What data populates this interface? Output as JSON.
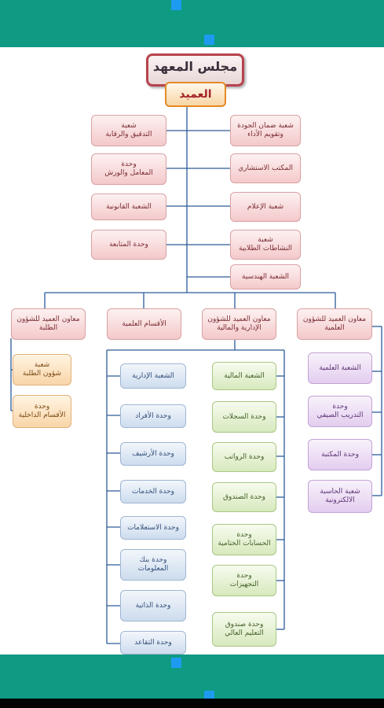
{
  "header": {
    "accent": "#0f9a84"
  },
  "chart": {
    "council": "مجلس المعهد",
    "dean": "العميد",
    "left_units": [
      "شعبة\nالتدقيق والرقابة",
      "وحدة\nالمعامل والورش",
      "الشعبة القانونية",
      "وحدة المتابعة"
    ],
    "right_units": [
      "شعبة ضمان الجودة\nوتقويم الأداء",
      "المكتب الاستشاري",
      "شعبة الإعلام",
      "شعبة\nالنشاطات الطلابية",
      "الشعبة الهندسية"
    ],
    "level2": [
      "معاون العميد للشؤون\nالطلبة",
      "الأقسام العلمية",
      "معاون العميد للشؤون\nالإدارية والمالية",
      "معاون العميد للشؤون\nالعلمية"
    ],
    "student_affairs": [
      "شعبة\nشؤون الطلبة",
      "وحدة\nالأقسام الداخلية"
    ],
    "admin_head": "الشعبة الإدارية",
    "admin_units": [
      "وحدة الأفراد",
      "وحدة الأرشيف",
      "وحدة الخدمات",
      "وحدة الاستعلامات",
      "وحدة بنك\nالمعلومات",
      "وحدة الذاتية",
      "وحدة التقاعد"
    ],
    "finance_head": "الشعبة المالية",
    "finance_units": [
      "وحدة السجلات",
      "وحدة الرواتب",
      "وحدة الصندوق",
      "وحدة\nالحسابات الختامية",
      "وحدة\nالتجهيزات",
      "وحدة صندوق\nالتعليم العالي"
    ],
    "scientific_units": [
      "الشعبة العلمية",
      "وحدة\nالتدريب الصيفي",
      "وحدة المكتبة",
      "شعبة الحاسبة\nالالكترونية"
    ]
  }
}
